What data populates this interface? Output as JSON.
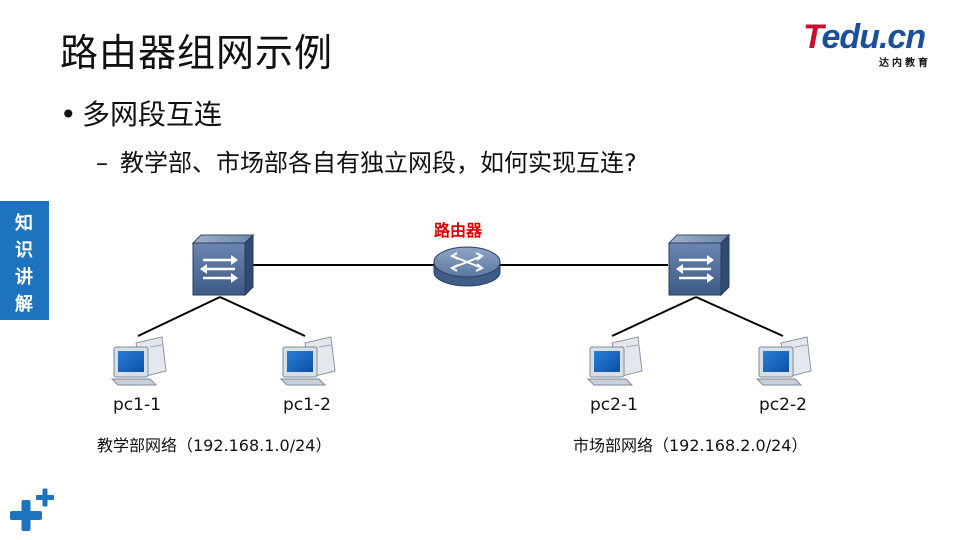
{
  "slide": {
    "title": "路由器组网示例",
    "bullet": "多网段互连",
    "sub_bullet": "教学部、市场部各自有独立网段，如何实现互连?",
    "bullet_marker": "•",
    "sub_bullet_marker": "–"
  },
  "logo": {
    "main_prefix": "T",
    "main_rest": "edu.cn",
    "sub": "达内教育"
  },
  "side_tab": {
    "chars": [
      "知",
      "识",
      "讲",
      "解"
    ]
  },
  "diagram": {
    "router_label": "路由器",
    "pcs": [
      "pc1-1",
      "pc1-2",
      "pc2-1",
      "pc2-2"
    ],
    "networks": [
      "教学部网络（192.168.1.0/24）",
      "市场部网络（192.168.2.0/24）"
    ]
  },
  "colors": {
    "accent_blue": "#1e73be",
    "router_label_red": "#e00000",
    "logo_blue": "#1a4f9c",
    "logo_red": "#c8102e"
  }
}
